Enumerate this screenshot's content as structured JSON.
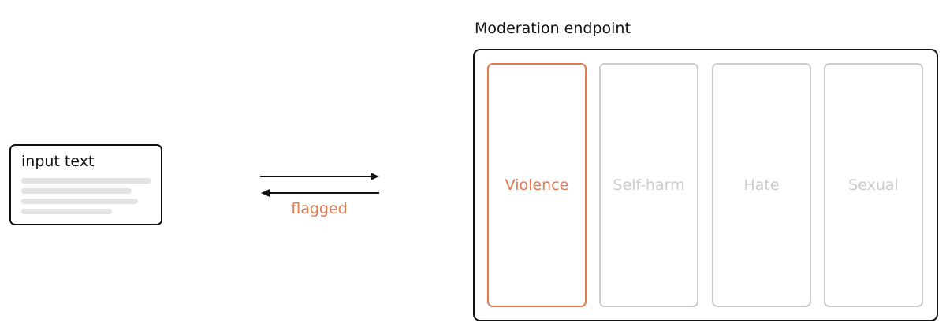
{
  "input": {
    "title": "input text"
  },
  "flow": {
    "flag_label": "flagged"
  },
  "endpoint": {
    "title": "Moderation endpoint",
    "categories": [
      {
        "label": "Violence",
        "flagged": true
      },
      {
        "label": "Self-harm",
        "flagged": false
      },
      {
        "label": "Hate",
        "flagged": false
      },
      {
        "label": "Sexual",
        "flagged": false
      }
    ]
  },
  "colors": {
    "accent": "#e07a4f",
    "outline": "#111111",
    "inactive": "#cccccc",
    "placeholder_line": "#e3e3e3"
  }
}
